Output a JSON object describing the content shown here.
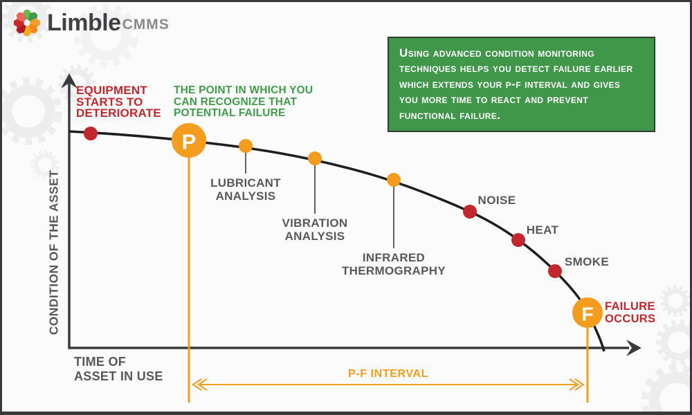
{
  "logo": {
    "brand": "Limble",
    "suffix": "CMMS"
  },
  "info_box": {
    "text": "Using advanced condition monitoring\ntechniques helps you detect failure earlier\nwhich extends your P-F interval and gives\nyou more time to react and prevent\nfunctional failure."
  },
  "axes": {
    "y_label": "CONDITION OF THE ASSET",
    "x_label": "TIME OF\nASSET IN USE"
  },
  "annotations": {
    "deterioration": "EQUIPMENT\nSTARTS TO\nDETERIORATE",
    "potential_failure": "THE POINT IN WHICH YOU\nCAN RECOGNIZE THAT\nPOTENTIAL FAILURE",
    "failure_occurs": "FAILURE\nOCCURS",
    "pf_interval": "P-F INTERVAL"
  },
  "points": {
    "p_label": "P",
    "f_label": "F",
    "monitoring": [
      "LUBRICANT\nANALYSIS",
      "VIBRATION\nANALYSIS",
      "INFRARED\nTHERMOGRAPHY"
    ],
    "symptoms": [
      "NOISE",
      "HEAT",
      "SMOKE"
    ]
  },
  "colors": {
    "orange": "#f49c1e",
    "red": "#c1272d",
    "green_text": "#3f9c4a",
    "green_box": "#419749",
    "gray_text": "#57585a",
    "axis": "#3a3a3c",
    "curve": "#1e1e1e",
    "bg_gear": "#ededed"
  }
}
